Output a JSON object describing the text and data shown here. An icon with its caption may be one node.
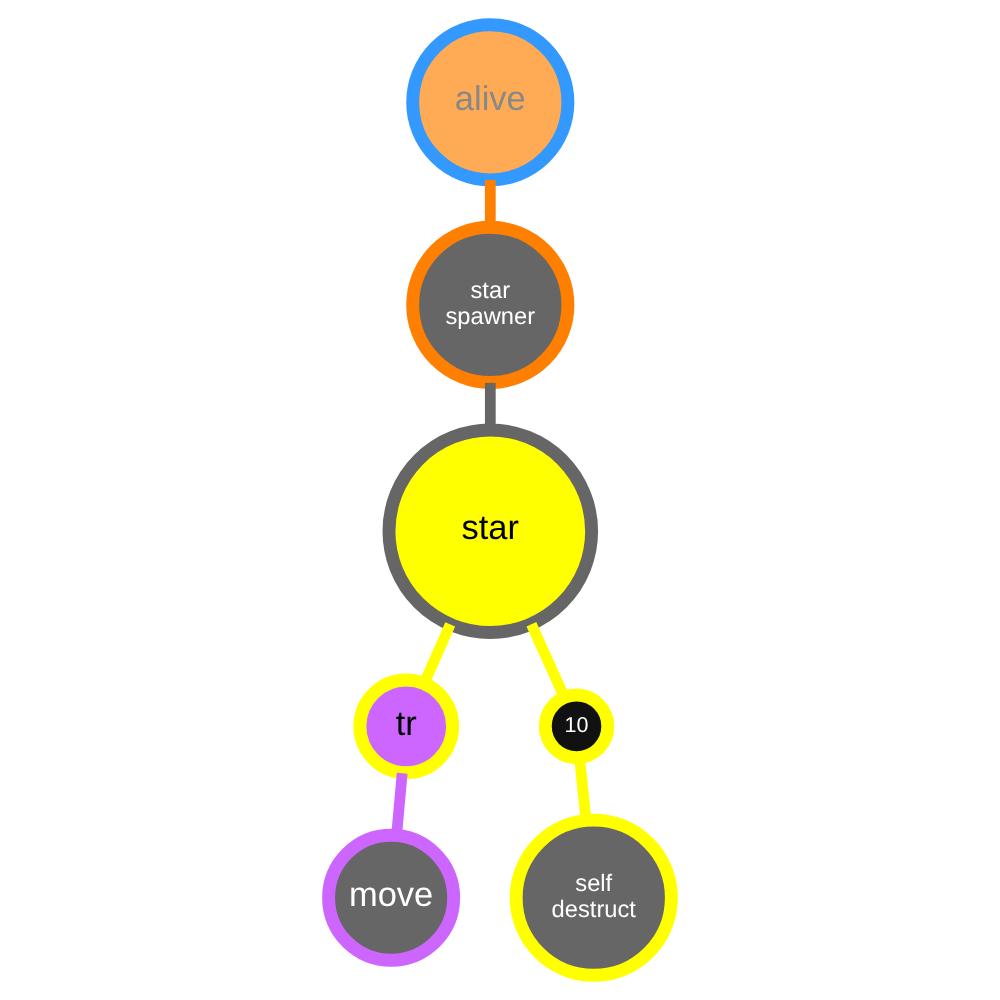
{
  "diagram": {
    "nodes": [
      {
        "text": [
          "alive"
        ]
      },
      {
        "text": [
          "star spawner"
        ]
      },
      {
        "text": [
          "star"
        ]
      },
      {
        "text": [
          "tr"
        ]
      },
      {
        "text": [
          "move"
        ]
      },
      {
        "text": [
          "10"
        ]
      },
      {
        "text": [
          "self destruct"
        ]
      }
    ],
    "edges": [
      {
        "from": 0,
        "to": 1,
        "arrow": "none",
        "color": "#ff7f00"
      },
      {
        "from": 1,
        "to": 2,
        "arrow": "none",
        "color": "#666666"
      },
      {
        "from": 2,
        "to": 3,
        "arrow": "none"
      },
      {
        "from": 3,
        "to": 4,
        "arrow": "none",
        "color": "#cc66ff"
      },
      {
        "from": 2,
        "to": 5,
        "arrow": "none"
      },
      {
        "from": 5,
        "to": 6,
        "arrow": "none"
      }
    ]
  }
}
